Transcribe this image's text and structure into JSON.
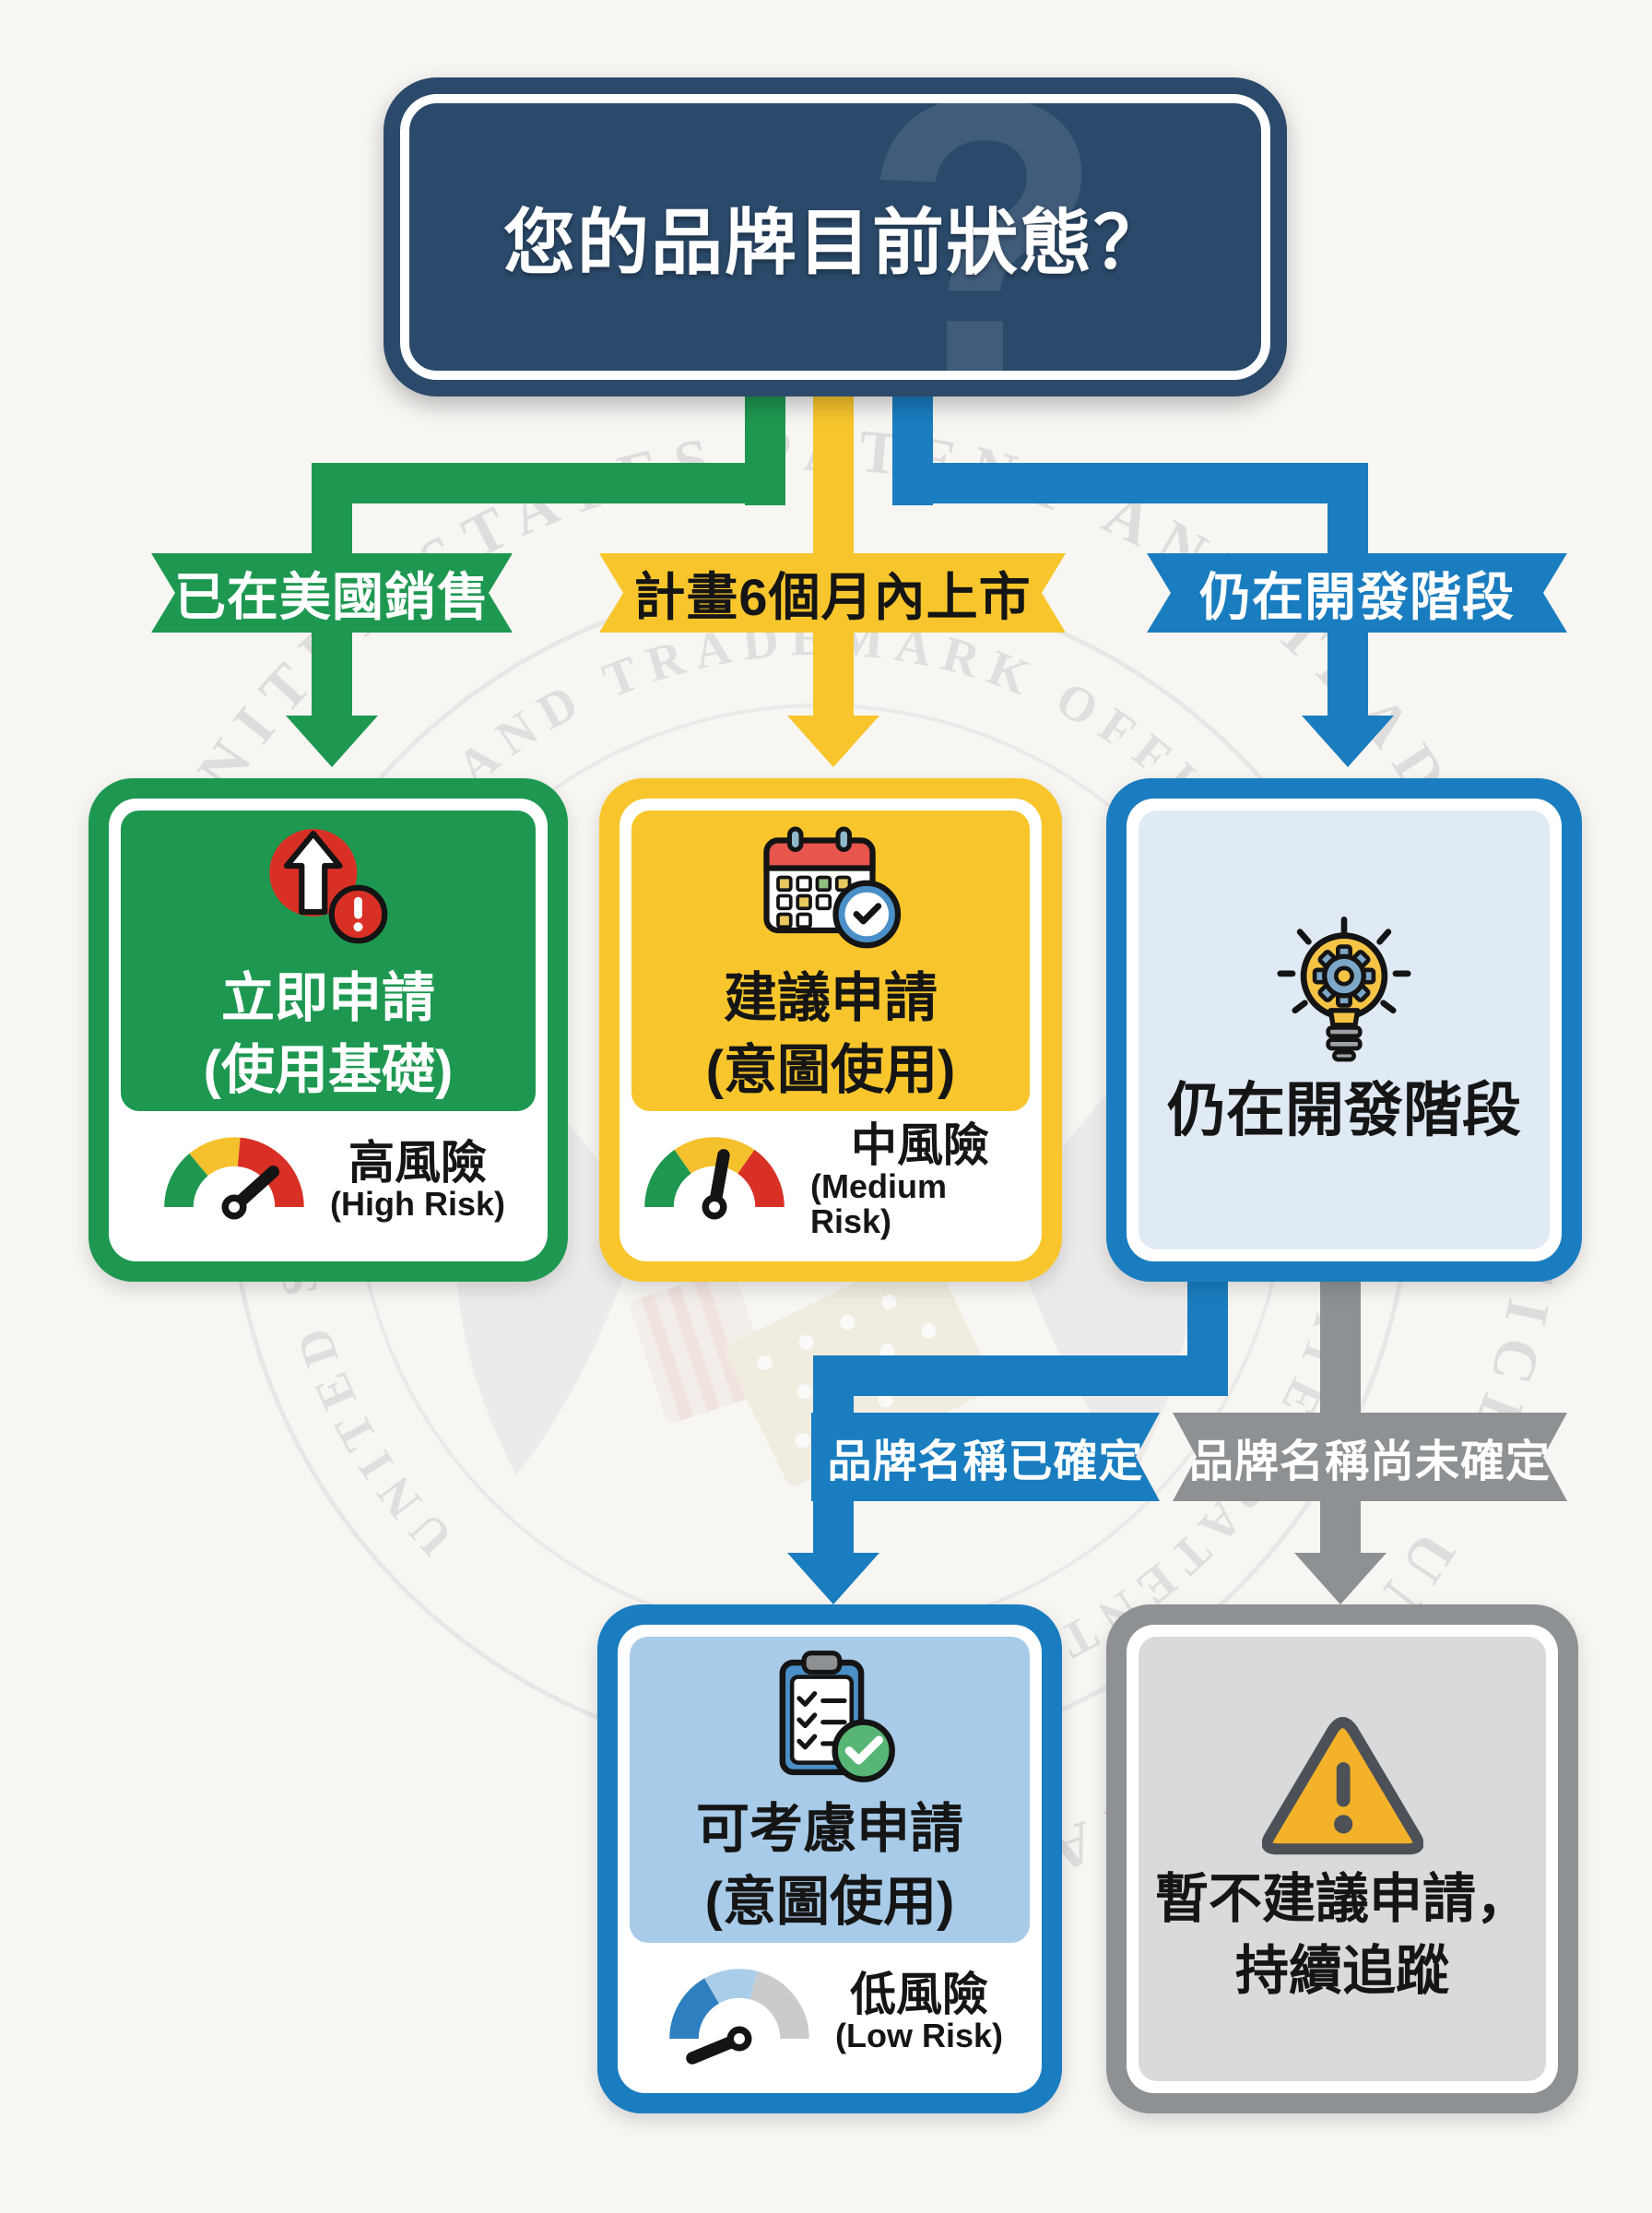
{
  "question": {
    "title": "您的品牌目前狀態？",
    "mark": "?"
  },
  "branches": [
    {
      "label": "已在美國銷售",
      "color": "#1e9851"
    },
    {
      "label": "計畫6個月內上市",
      "color": "#f8c62c"
    },
    {
      "label": "仍在開發階段",
      "color": "#1a7dc0"
    }
  ],
  "nodes": [
    {
      "title": "立即申請",
      "subtitle": "(使用基礎)",
      "risk_zh": "高風險",
      "risk_en": "(High Risk)",
      "icon": "arrow-alert-icon",
      "color": "#1e9851"
    },
    {
      "title": "建議申請",
      "subtitle": "(意圖使用)",
      "risk_zh": "中風險",
      "risk_en": "(Medium Risk)",
      "icon": "calendar-clock-icon",
      "color": "#f8c62c"
    },
    {
      "title": "仍在開發階段",
      "icon": "lightbulb-gear-icon",
      "color": "#1a7dc0"
    },
    {
      "title": "可考慮申請",
      "subtitle": "(意圖使用)",
      "risk_zh": "低風險",
      "risk_en": "(Low Risk)",
      "icon": "clipboard-check-icon",
      "color": "#1a7dc0"
    },
    {
      "title": "暫不建議申請，",
      "subtitle": "持續追蹤",
      "icon": "warning-triangle-icon",
      "color": "#8d9193"
    }
  ],
  "sub_branches": [
    {
      "label": "品牌名稱已確定",
      "color": "#1a7dc0"
    },
    {
      "label": "品牌名稱尚未確定",
      "color": "#8d9193"
    }
  ],
  "watermark": {
    "ring_text": "UNITED STATES PATENT AND TRADEMARK OFFICE • UNITED STATES PATENT AND TRADEMARK OFFICE • "
  },
  "palette": {
    "background": "#f7f6f3",
    "navy": "#2b4a6b",
    "green": "#1e9851",
    "yellow": "#f8c62c",
    "blue": "#1a7dc0",
    "gray": "#8d9193",
    "red": "#d93025",
    "light_blue_fill": "#dfeaf5",
    "mid_blue_fill": "#a7cbe8",
    "gray_fill": "#d9dadb"
  }
}
